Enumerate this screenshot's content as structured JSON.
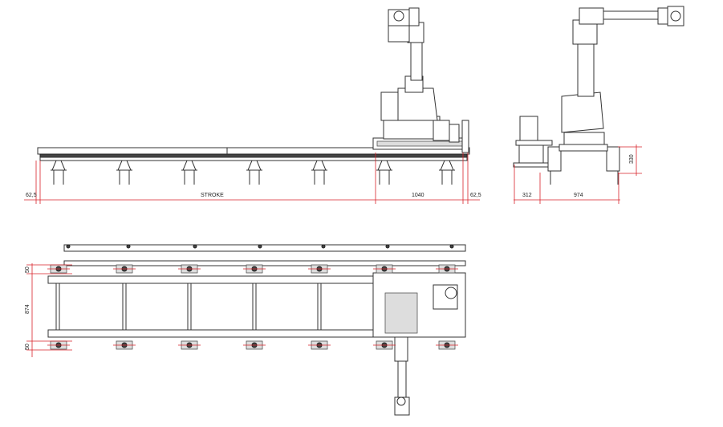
{
  "front_view": {
    "dim_left_overhang": "62,5",
    "dim_stroke": "STROKE",
    "dim_carriage": "1040",
    "dim_right_overhang": "62,5"
  },
  "side_view": {
    "dim_offset": "312",
    "dim_width": "974",
    "dim_height": "330"
  },
  "top_view": {
    "dim_top_margin": "50",
    "dim_rail_spacing": "874",
    "dim_bottom_margin": "50"
  },
  "colors": {
    "dimension": "#d8232a",
    "line": "#333333"
  }
}
